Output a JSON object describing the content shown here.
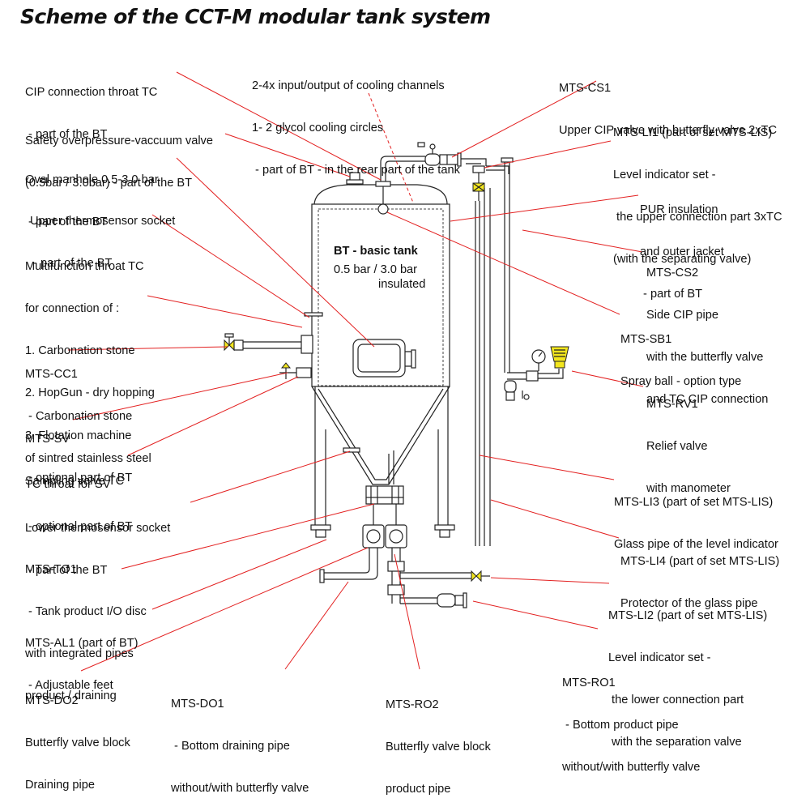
{
  "title": "Scheme of the CCT-M modular tank system",
  "tank": {
    "name": "BT - basic tank",
    "spec_line1": "0.5 bar / 3.0 bar",
    "spec_line2": "insulated"
  },
  "labels": {
    "cip_throat": [
      "CIP connection throat TC",
      " - part of the BT"
    ],
    "safety_valve": [
      "Safety overpressure-vaccuum valve",
      "(0.5bar / 3.0bar) - part of the BT"
    ],
    "manhole": [
      "Oval manhole 0.5-3.0 bar",
      " - part of the BT"
    ],
    "upper_thermo": [
      "Upper thermosensor socket",
      " - part of the BT"
    ],
    "multifunction": [
      "Multifunction throat TC",
      "for connection of :",
      "1. Carbonation stone",
      "2. HopGun - dry hopping",
      "3. Flotation machine",
      " - optional part of BT"
    ],
    "cc1": [
      "MTS-CC1",
      " - Carbonation stone",
      "of sintred stainless steel"
    ],
    "sv": [
      "MTS-SV",
      "Sampling valve TC"
    ],
    "tc_throat_sv": [
      "TC throat for SV",
      " - optional part of BT"
    ],
    "lower_thermo": [
      "Lower thermosensor socket",
      " - part of the BT"
    ],
    "to1": [
      "MTS-TO1",
      " - Tank product I/O disc",
      "with integrated pipes",
      "product / draining"
    ],
    "al1": [
      "MTS-AL1 (part of BT)",
      " - Adjustable feet"
    ],
    "do2": [
      "MTS-DO2",
      "Butterfly valve block",
      "Draining pipe"
    ],
    "do1": [
      "MTS-DO1",
      " - Bottom draining pipe",
      "without/with butterfly valve"
    ],
    "ro2": [
      "MTS-RO2",
      "Butterfly valve block",
      "product pipe"
    ],
    "cooling": [
      "2-4x input/output of cooling channels",
      "1- 2 glycol cooling circles",
      " - part of BT - in the rear part of the tank"
    ],
    "cs1": [
      "MTS-CS1",
      "Upper CIP valve with butterfly valve 2xTC"
    ],
    "li1": [
      "MTS-LI1 (part of set MTS-LIS)",
      "Level indicator set -",
      " the upper connection part 3xTC",
      "(with the separating valve)"
    ],
    "pur": [
      "PUR insulation",
      "and outer jacket",
      " - part of BT"
    ],
    "cs2": [
      "MTS-CS2",
      "Side CIP pipe",
      "with the butterfly valve",
      "and TC CIP connection"
    ],
    "sb1": [
      "MTS-SB1",
      "Spray ball - option type"
    ],
    "rv1": [
      "MTS-RV1",
      "Relief valve",
      "with manometer"
    ],
    "li3": [
      "MTS-LI3 (part of set MTS-LIS)",
      "Glass pipe of the level indicator"
    ],
    "li4": [
      "MTS-LI4 (part of set MTS-LIS)",
      "Protector of the glass pipe"
    ],
    "li2": [
      "MTS-LI2 (part of set MTS-LIS)",
      "Level indicator set -",
      " the lower connection part",
      " with the separation valve"
    ],
    "ro1": [
      "MTS-RO1",
      " - Bottom product pipe",
      "without/with butterfly valve"
    ]
  },
  "colors": {
    "leader": "#e32020",
    "valve_highlight": "#f3e61e",
    "drawing": "#222222"
  }
}
